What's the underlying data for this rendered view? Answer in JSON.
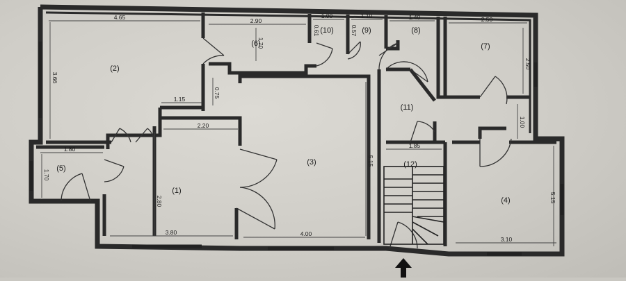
{
  "rooms": [
    {
      "id": "room-1",
      "label": "(1)"
    },
    {
      "id": "room-2",
      "label": "(2)"
    },
    {
      "id": "room-3",
      "label": "(3)"
    },
    {
      "id": "room-4",
      "label": "(4)"
    },
    {
      "id": "room-5",
      "label": "(5)"
    },
    {
      "id": "room-6",
      "label": "(6)"
    },
    {
      "id": "room-7",
      "label": "(7)"
    },
    {
      "id": "room-8",
      "label": "(8)"
    },
    {
      "id": "room-9",
      "label": "(9)"
    },
    {
      "id": "room-10",
      "label": "(10)"
    },
    {
      "id": "room-11",
      "label": "(11)"
    },
    {
      "id": "room-12",
      "label": "(12)"
    }
  ],
  "dimensions": {
    "d_465": "4.65",
    "d_366": "3.66",
    "d_290": "2.90",
    "d_170a": "1.70",
    "d_100": "1.00",
    "d_110": "1.10",
    "d_140": "1.40",
    "d_250a": "2.50",
    "d_250b": "2.50",
    "d_115": "1.15",
    "d_075": "0.75",
    "d_220": "2.20",
    "d_180": "1.80",
    "d_170b": "1.70",
    "d_280": "2.80",
    "d_380": "3.80",
    "d_400": "4.00",
    "d_515a": "5.15",
    "d_185": "1.85",
    "d_100b": "1.00",
    "d_515b": "5.15",
    "d_310": "3.10",
    "d_061": "0.61",
    "d_057": "0.57"
  },
  "entrance": {
    "icon": "entrance-arrow-icon"
  }
}
